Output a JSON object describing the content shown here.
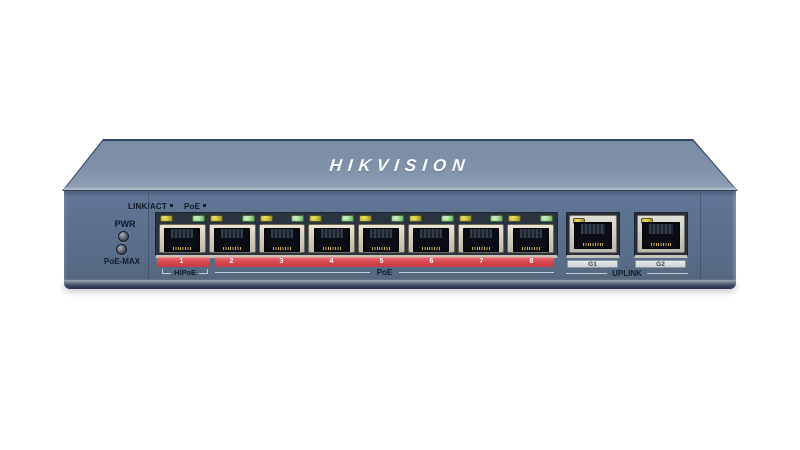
{
  "device": {
    "brand_logo": "HIKVISION",
    "front_panel": {
      "led_legend": [
        {
          "label": "LINK/ACT"
        },
        {
          "label": "PoE"
        }
      ],
      "status_indicators": [
        {
          "label": "PWR"
        },
        {
          "label": "PoE-MAX"
        }
      ],
      "poe_ports": [
        {
          "number": "1"
        },
        {
          "number": "2"
        },
        {
          "number": "3"
        },
        {
          "number": "4"
        },
        {
          "number": "5"
        },
        {
          "number": "6"
        },
        {
          "number": "7"
        },
        {
          "number": "8"
        }
      ],
      "port_group_labels": {
        "hipoe": "HiPoE",
        "poe": "PoE",
        "uplink": "UPLINK"
      },
      "uplink_ports": [
        {
          "label": "G1"
        },
        {
          "label": "G2"
        }
      ]
    },
    "colors": {
      "chassis_front": "#5d7390",
      "chassis_top": "#8092aa",
      "port_number_strip": "#d7454d",
      "led_yellow": "#bdb338",
      "led_green": "#96d28e",
      "port_bezel": "#d6cebc"
    }
  }
}
